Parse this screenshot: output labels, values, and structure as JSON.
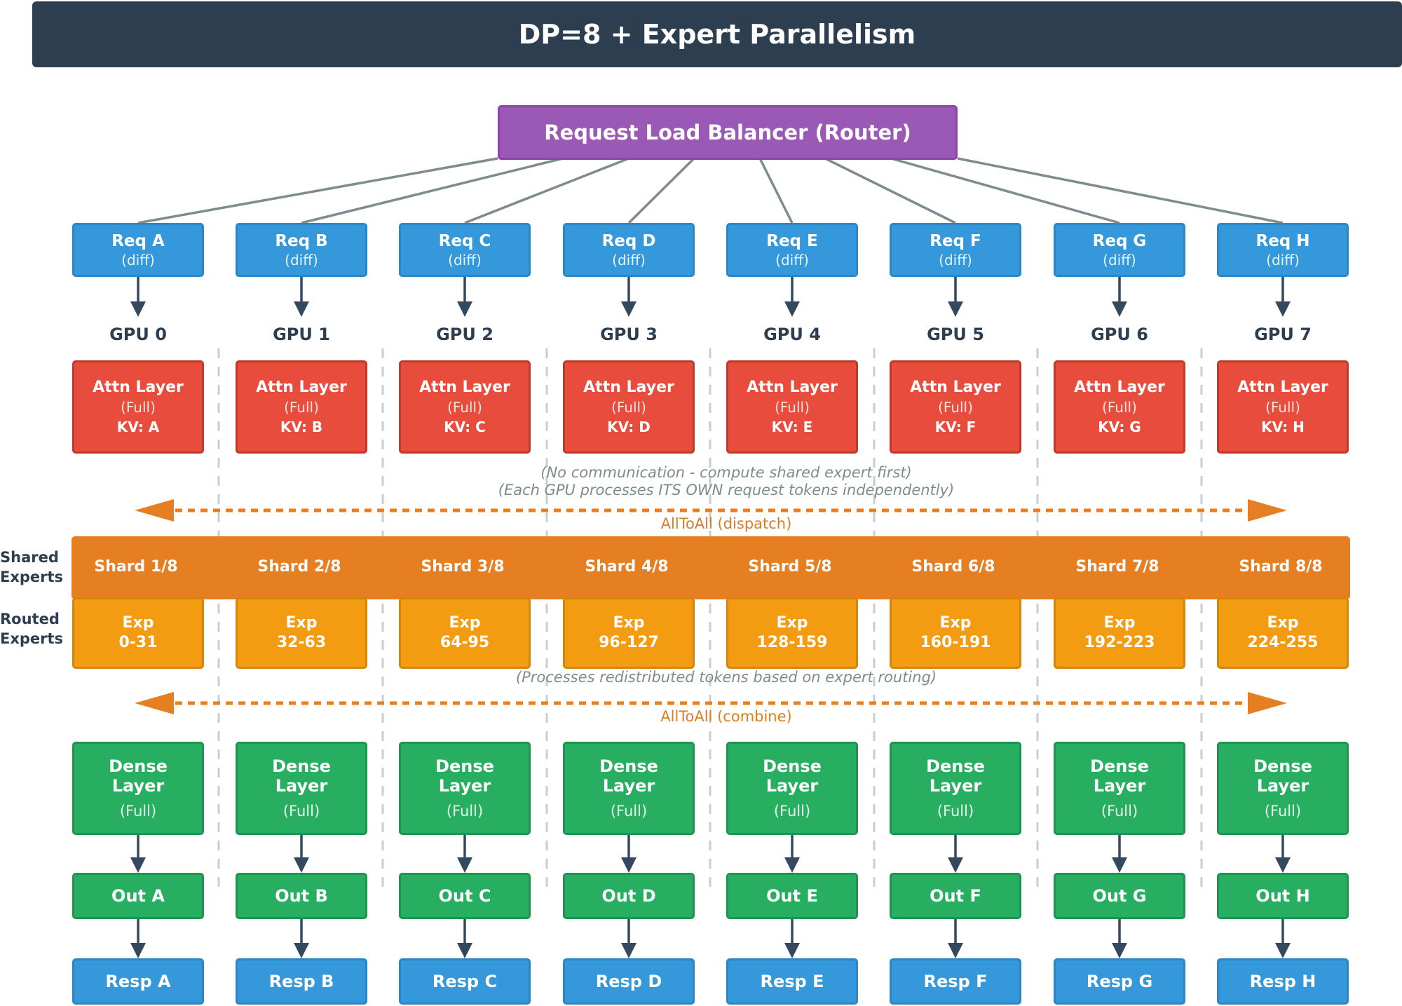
{
  "title": "DP=8 + Expert Parallelism",
  "router": "Request Load Balancer (Router)",
  "columns": [
    {
      "req": "Req A",
      "sub": "(diff)",
      "gpu": "GPU 0",
      "attn": "Attn Layer",
      "attn_sub": "(Full)",
      "kv": "KV: A",
      "shard": "Shard 1/8",
      "exp1": "Exp",
      "exp2": "0-31",
      "dense1": "Dense",
      "dense2": "Layer",
      "dense_sub": "(Full)",
      "out": "Out A",
      "resp": "Resp A"
    },
    {
      "req": "Req B",
      "sub": "(diff)",
      "gpu": "GPU 1",
      "attn": "Attn Layer",
      "attn_sub": "(Full)",
      "kv": "KV: B",
      "shard": "Shard 2/8",
      "exp1": "Exp",
      "exp2": "32-63",
      "dense1": "Dense",
      "dense2": "Layer",
      "dense_sub": "(Full)",
      "out": "Out B",
      "resp": "Resp B"
    },
    {
      "req": "Req C",
      "sub": "(diff)",
      "gpu": "GPU 2",
      "attn": "Attn Layer",
      "attn_sub": "(Full)",
      "kv": "KV: C",
      "shard": "Shard 3/8",
      "exp1": "Exp",
      "exp2": "64-95",
      "dense1": "Dense",
      "dense2": "Layer",
      "dense_sub": "(Full)",
      "out": "Out C",
      "resp": "Resp C"
    },
    {
      "req": "Req D",
      "sub": "(diff)",
      "gpu": "GPU 3",
      "attn": "Attn Layer",
      "attn_sub": "(Full)",
      "kv": "KV: D",
      "shard": "Shard 4/8",
      "exp1": "Exp",
      "exp2": "96-127",
      "dense1": "Dense",
      "dense2": "Layer",
      "dense_sub": "(Full)",
      "out": "Out D",
      "resp": "Resp D"
    },
    {
      "req": "Req E",
      "sub": "(diff)",
      "gpu": "GPU 4",
      "attn": "Attn Layer",
      "attn_sub": "(Full)",
      "kv": "KV: E",
      "shard": "Shard 5/8",
      "exp1": "Exp",
      "exp2": "128-159",
      "dense1": "Dense",
      "dense2": "Layer",
      "dense_sub": "(Full)",
      "out": "Out E",
      "resp": "Resp E"
    },
    {
      "req": "Req F",
      "sub": "(diff)",
      "gpu": "GPU 5",
      "attn": "Attn Layer",
      "attn_sub": "(Full)",
      "kv": "KV: F",
      "shard": "Shard 6/8",
      "exp1": "Exp",
      "exp2": "160-191",
      "dense1": "Dense",
      "dense2": "Layer",
      "dense_sub": "(Full)",
      "out": "Out F",
      "resp": "Resp F"
    },
    {
      "req": "Req G",
      "sub": "(diff)",
      "gpu": "GPU 6",
      "attn": "Attn Layer",
      "attn_sub": "(Full)",
      "kv": "KV: G",
      "shard": "Shard 7/8",
      "exp1": "Exp",
      "exp2": "192-223",
      "dense1": "Dense",
      "dense2": "Layer",
      "dense_sub": "(Full)",
      "out": "Out G",
      "resp": "Resp G"
    },
    {
      "req": "Req H",
      "sub": "(diff)",
      "gpu": "GPU 7",
      "attn": "Attn Layer",
      "attn_sub": "(Full)",
      "kv": "KV: H",
      "shard": "Shard 8/8",
      "exp1": "Exp",
      "exp2": "224-255",
      "dense1": "Dense",
      "dense2": "Layer",
      "dense_sub": "(Full)",
      "out": "Out H",
      "resp": "Resp H"
    }
  ],
  "notes": {
    "comm1": "(No communication - compute shared expert first)",
    "comm2": "(Each GPU processes ITS OWN request tokens independently)",
    "dispatch": "AllToAll (dispatch)",
    "redistribute": "(Processes redistributed tokens based on expert routing)",
    "combine": "AllToAll (combine)"
  },
  "side_labels": {
    "shared1": "Shared",
    "shared2": "Experts",
    "routed1": "Routed",
    "routed2": "Experts"
  },
  "colors": {
    "title_bg": "#2d3e50",
    "router": "#9b59b6",
    "request": "#3498db",
    "attention": "#e74c3c",
    "shared_experts": "#e67e22",
    "routed_experts": "#f39c12",
    "dense": "#27ae60",
    "connector": "#7f8c8d",
    "arrow": "#34495e"
  }
}
